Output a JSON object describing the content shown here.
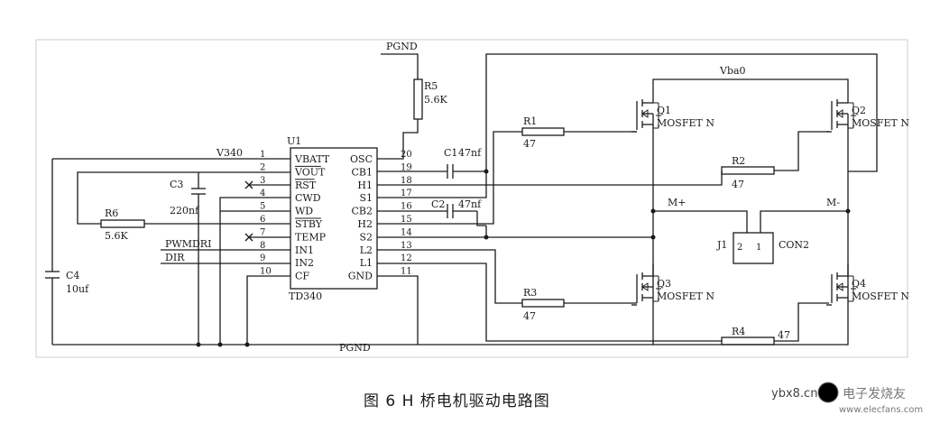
{
  "ic": {
    "ref": "U1",
    "part": "TD340",
    "left_pins": [
      {
        "num": "1",
        "name": "VBATT"
      },
      {
        "num": "2",
        "name": "VOUT"
      },
      {
        "num": "3",
        "name": "RST"
      },
      {
        "num": "4",
        "name": "CWD"
      },
      {
        "num": "5",
        "name": "WD"
      },
      {
        "num": "6",
        "name": "STBY"
      },
      {
        "num": "7",
        "name": "TEMP"
      },
      {
        "num": "8",
        "name": "IN1"
      },
      {
        "num": "9",
        "name": "IN2"
      },
      {
        "num": "10",
        "name": "CF"
      }
    ],
    "right_pins": [
      {
        "num": "20",
        "name": "OSC"
      },
      {
        "num": "19",
        "name": "CB1"
      },
      {
        "num": "18",
        "name": "H1"
      },
      {
        "num": "17",
        "name": "S1"
      },
      {
        "num": "16",
        "name": "CB2"
      },
      {
        "num": "15",
        "name": "H2"
      },
      {
        "num": "14",
        "name": "S2"
      },
      {
        "num": "13",
        "name": "L2"
      },
      {
        "num": "12",
        "name": "L1"
      },
      {
        "num": "11",
        "name": "GND"
      }
    ]
  },
  "nets": {
    "pgnd_top": "PGND",
    "pgnd_bottom": "PGND",
    "v340": "V340",
    "vbat": "Vba0",
    "m_plus": "M+",
    "m_minus": "M-",
    "pwm": "PWMDRI",
    "dir": "DIR"
  },
  "components": {
    "r5": {
      "ref": "R5",
      "value": "5.6K"
    },
    "r6": {
      "ref": "R6",
      "value": "5.6K"
    },
    "r1": {
      "ref": "R1",
      "value": "47"
    },
    "r2": {
      "ref": "R2",
      "value": "47"
    },
    "r3": {
      "ref": "R3",
      "value": "47"
    },
    "r4": {
      "ref": "R4",
      "value": "47"
    },
    "c1": {
      "ref": "C1",
      "value": "47nf"
    },
    "c2": {
      "ref": "C2",
      "value": "47nf"
    },
    "c3": {
      "ref": "C3",
      "value": "220nf"
    },
    "c4": {
      "ref": "C4",
      "value": "10uf"
    },
    "q1": {
      "ref": "Q1",
      "type": "MOSFET N"
    },
    "q2": {
      "ref": "Q2",
      "type": "MOSFET N"
    },
    "q3": {
      "ref": "Q3",
      "type": "MOSFET N"
    },
    "q4": {
      "ref": "Q4",
      "type": "MOSFET N"
    },
    "j1": {
      "ref": "J1",
      "part": "CON2",
      "pin2": "2",
      "pin1": "1"
    }
  },
  "caption": "图 6  H 桥电机驱动电路图",
  "watermark": {
    "site": "ybx8.cn",
    "brand": "电子发烧友",
    "url": "www.elecfans.com"
  }
}
